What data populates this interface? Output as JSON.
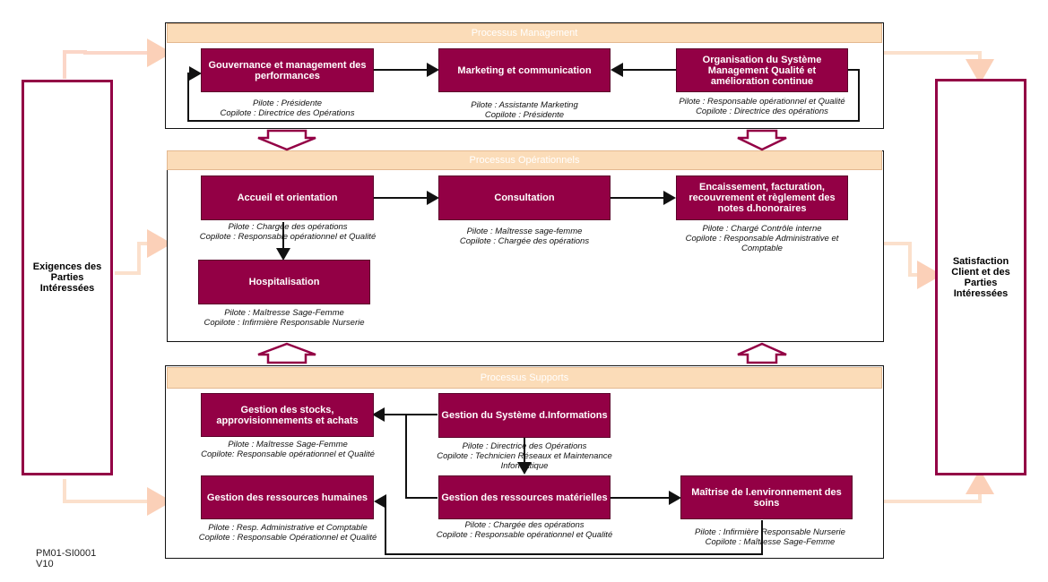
{
  "headers": {
    "management": "Processus Management",
    "operational": "Processus Opérationnels",
    "support": "Processus Supports"
  },
  "left_side": "Exigences des Parties Intéressées",
  "right_side": "Satisfaction Client et des Parties Intéressées",
  "management": {
    "gouvernance": {
      "title": "Gouvernance et management des performances",
      "pilote": "Pilote : Présidente",
      "copilote": "Copilote : Directrice des Opérations"
    },
    "marketing": {
      "title": "Marketing et communication",
      "pilote": "Pilote : Assistante Marketing",
      "copilote": "Copilote : Présidente"
    },
    "organisation": {
      "title": "Organisation du Système Management Qualité et amélioration continue",
      "pilote": "Pilote : Responsable opérationnel et Qualité",
      "copilote": "Copilote : Directrice des opérations"
    }
  },
  "operational": {
    "accueil": {
      "title": "Accueil et orientation",
      "pilote": "Pilote : Chargée des opérations",
      "copilote": "Copilote : Responsable opérationnel et Qualité"
    },
    "consultation": {
      "title": "Consultation",
      "pilote": "Pilote : Maîtresse sage-femme",
      "copilote": "Copilote : Chargée des opérations"
    },
    "encaissement": {
      "title": "Encaissement, facturation, recouvrement et règlement des notes d.honoraires",
      "pilote": "Pilote : Chargé Contrôle interne",
      "copilote": "Copilote : Responsable Administrative et Comptable"
    },
    "hospitalisation": {
      "title": "Hospitalisation",
      "pilote": "Pilote : Maîtresse Sage-Femme",
      "copilote": "Copilote : Infirmière Responsable Nurserie"
    }
  },
  "support": {
    "stocks": {
      "title": "Gestion des stocks, approvisionnements et achats",
      "pilote": "Pilote : Maîtresse Sage-Femme",
      "copilote": "Copilote: Responsable opérationnel et Qualité"
    },
    "si": {
      "title": "Gestion du Système d.Informations",
      "pilote": "Pilote : Directrice des Opérations",
      "copilote": "Copilote : Technicien Réseaux et Maintenance Informatique"
    },
    "rh": {
      "title": "Gestion des ressources humaines",
      "pilote": "Pilote : Resp. Administrative et Comptable",
      "copilote": "Copilote : Responsable Opérationnel et Qualité"
    },
    "materielles": {
      "title": "Gestion des ressources matérielles",
      "pilote": "Pilote : Chargée des opérations",
      "copilote": "Copilote : Responsable opérationnel et Qualité"
    },
    "environnement": {
      "title": "Maîtrise de l.environnement des soins",
      "pilote": "Pilote :  Infirmière Responsable Nurserie",
      "copilote": "Copilote : Maîtresse Sage-Femme"
    }
  },
  "doc_ref": "PM01-SI0001",
  "doc_version": "V10",
  "colors": {
    "process_box": "#930045",
    "header_fill": "#fbdcb8",
    "side_arrow": "#fbe0cc",
    "border": "#111111"
  }
}
